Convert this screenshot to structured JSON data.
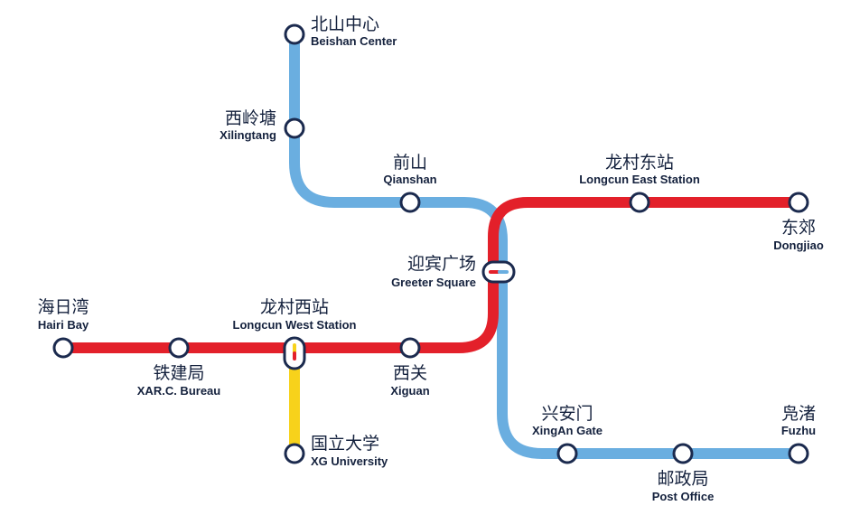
{
  "colors": {
    "blue_line": "#6aaee0",
    "red_line": "#e3202a",
    "yellow_line": "#f7d21b",
    "station_stroke": "#1b2a4e",
    "station_fill": "#ffffff",
    "text": "#14213d"
  },
  "stations": {
    "beishan": {
      "cn": "北山中心",
      "en": "Beishan Center"
    },
    "xilingtang": {
      "cn": "西岭塘",
      "en": "Xilingtang"
    },
    "qianshan": {
      "cn": "前山",
      "en": "Qianshan"
    },
    "greeter": {
      "cn": "迎宾广场",
      "en": "Greeter Square"
    },
    "xinganmen": {
      "cn": "兴安门",
      "en": "XingAn Gate"
    },
    "youzhengju": {
      "cn": "邮政局",
      "en": "Post Office"
    },
    "fuzhu": {
      "cn": "凫渚",
      "en": "Fuzhu"
    },
    "hairiwan": {
      "cn": "海日湾",
      "en": "Hairi Bay"
    },
    "tiejianju": {
      "cn": "铁建局",
      "en": "XAR.C. Bureau"
    },
    "longcun_west": {
      "cn": "龙村西站",
      "en": "Longcun West Station"
    },
    "xiguan": {
      "cn": "西关",
      "en": "Xiguan"
    },
    "longcun_east": {
      "cn": "龙村东站",
      "en": "Longcun East Station"
    },
    "dongjiao": {
      "cn": "东郊",
      "en": "Dongjiao"
    },
    "university": {
      "cn": "国立大学",
      "en": "XG University"
    }
  }
}
